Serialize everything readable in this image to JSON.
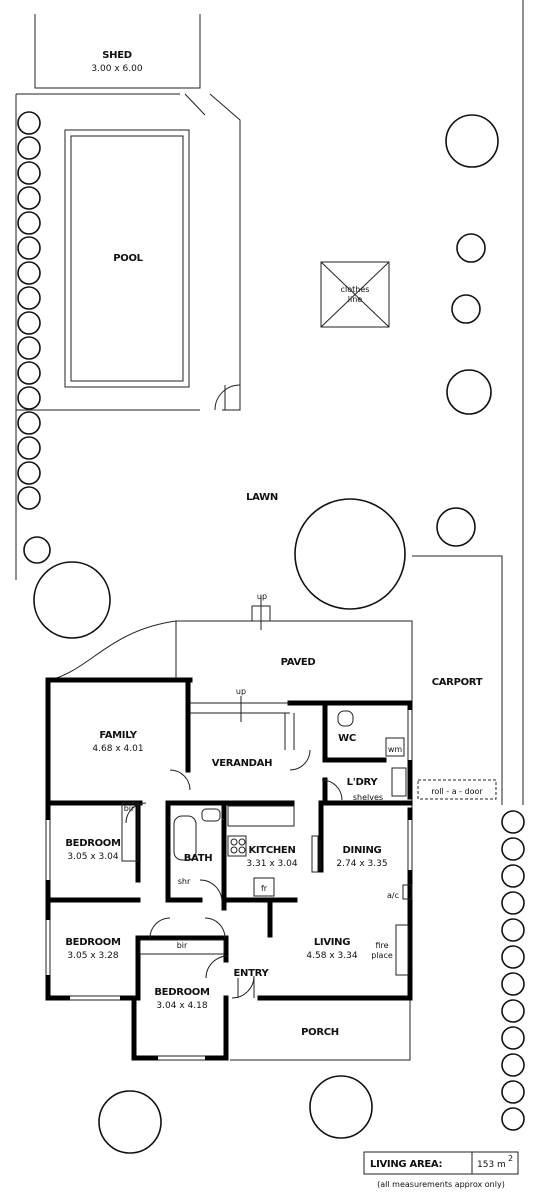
{
  "rooms": {
    "shed": {
      "name": "SHED",
      "dims": "3.00 x 6.00"
    },
    "pool": {
      "name": "POOL"
    },
    "clothes_line": {
      "line1": "clothes",
      "line2": "line"
    },
    "lawn": {
      "name": "LAWN"
    },
    "paved": {
      "name": "PAVED"
    },
    "carport": {
      "name": "CARPORT"
    },
    "family": {
      "name": "FAMILY",
      "dims": "4.68 x 4.01"
    },
    "verandah": {
      "name": "VERANDAH"
    },
    "wc": {
      "name": "WC"
    },
    "laundry": {
      "name": "L'DRY"
    },
    "bedroom1": {
      "name": "BEDROOM",
      "dims": "3.05 x 3.04"
    },
    "bath": {
      "name": "BATH"
    },
    "kitchen": {
      "name": "KITCHEN",
      "dims": "3.31 x 3.04"
    },
    "dining": {
      "name": "DINING",
      "dims": "2.74 x 3.35"
    },
    "bedroom2": {
      "name": "BEDROOM",
      "dims": "3.05 x 3.28"
    },
    "bedroom3": {
      "name": "BEDROOM",
      "dims": "3.04 x 4.18"
    },
    "entry": {
      "name": "ENTRY"
    },
    "living": {
      "name": "LIVING",
      "dims": "4.58 x 3.34"
    },
    "porch": {
      "name": "PORCH"
    }
  },
  "fixtures": {
    "up_paved": "up",
    "up_verandah": "up",
    "wm": "wm",
    "shelves": "shelves",
    "roll_a_door": "roll - a - door",
    "bir1": "bir",
    "bir2": "bir",
    "shr": "shr",
    "fr": "fr",
    "ac": "a/c",
    "fire": "fire",
    "place": "place"
  },
  "summary": {
    "label": "LIVING AREA:",
    "value": "153 m",
    "unit_sup": "2",
    "note": "(all measurements approx only)"
  }
}
